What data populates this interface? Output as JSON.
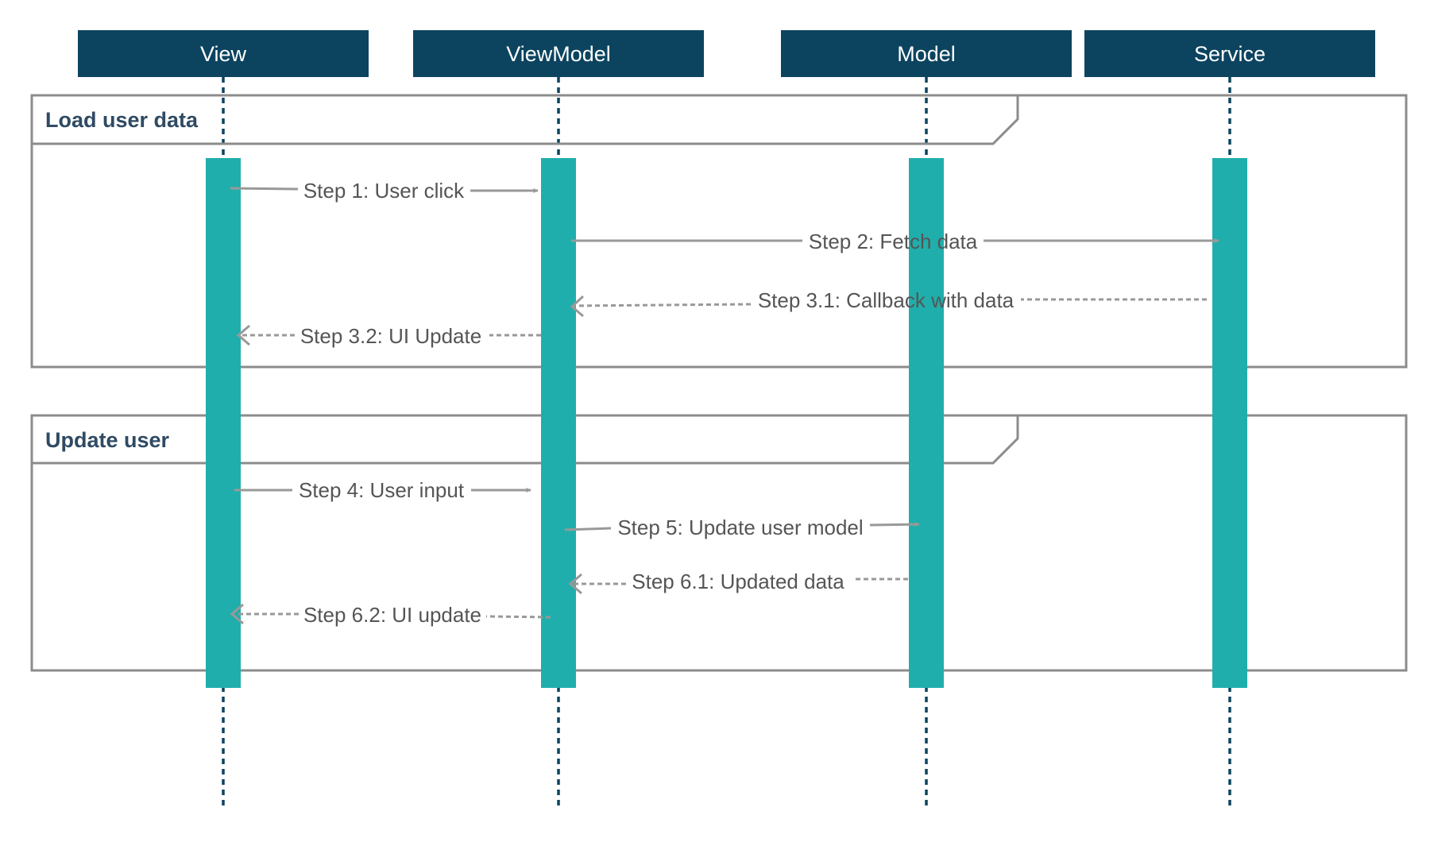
{
  "colors": {
    "participant_fill": "#0c4460",
    "participant_text": "#ffffff",
    "lifeline": "#0c4460",
    "activation": "#20aeac",
    "fragment_border": "#8c8c8c",
    "fragment_label": "#2f4a63",
    "message": "#999999",
    "message_label": "#555555"
  },
  "participants": [
    {
      "id": "view",
      "label": "View"
    },
    {
      "id": "viewmodel",
      "label": "ViewModel"
    },
    {
      "id": "model",
      "label": "Model"
    },
    {
      "id": "service",
      "label": "Service"
    }
  ],
  "fragments": [
    {
      "id": "load-user-data",
      "label": "Load user data"
    },
    {
      "id": "update-user",
      "label": "Update user"
    }
  ],
  "messages": [
    {
      "id": "step-1",
      "label": "Step 1: User click",
      "from": "view",
      "to": "viewmodel",
      "style": "sync"
    },
    {
      "id": "step-2",
      "label": "Step 2: Fetch data",
      "from": "viewmodel",
      "to": "service",
      "style": "sync"
    },
    {
      "id": "step-3-1",
      "label": "Step 3.1: Callback with data",
      "from": "service",
      "to": "viewmodel",
      "style": "return"
    },
    {
      "id": "step-3-2",
      "label": "Step 3.2: UI Update",
      "from": "viewmodel",
      "to": "view",
      "style": "return"
    },
    {
      "id": "step-4",
      "label": "Step 4: User input",
      "from": "view",
      "to": "viewmodel",
      "style": "sync"
    },
    {
      "id": "step-5",
      "label": "Step 5: Update user model",
      "from": "viewmodel",
      "to": "model",
      "style": "sync"
    },
    {
      "id": "step-6-1",
      "label": "Step 6.1: Updated data",
      "from": "model",
      "to": "viewmodel",
      "style": "return"
    },
    {
      "id": "step-6-2",
      "label": "Step 6.2: UI update",
      "from": "viewmodel",
      "to": "view",
      "style": "return"
    }
  ]
}
